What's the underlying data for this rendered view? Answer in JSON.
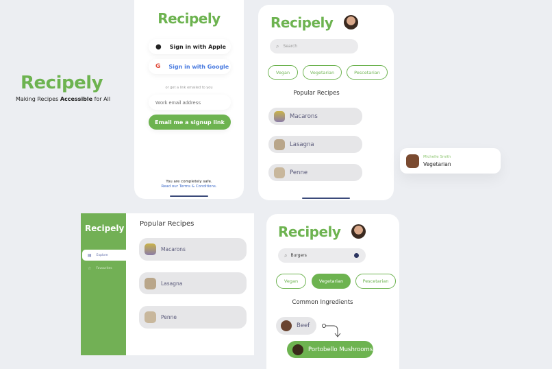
{
  "brand": {
    "name": "Recipely",
    "tagline_pre": "Making Recipes ",
    "tagline_bold": "Accessible",
    "tagline_post": " for All"
  },
  "colors": {
    "accent": "#6db350",
    "background": "#eceef2"
  },
  "signup": {
    "title": "Recipely",
    "apple": "Sign in with Apple",
    "google": "Sign in with Google",
    "or_text": "or get a link emailed to you",
    "email_placeholder": "Work email address",
    "submit": "Email me a signup link",
    "safe_text": "You are completely safe.",
    "terms": "Read our Terms & Conditions."
  },
  "mobile_home": {
    "title": "Recipely",
    "search_placeholder": "Search",
    "chips": [
      "Vegan",
      "Vegetarian",
      "Pescetarian"
    ],
    "section": "Popular Recipes",
    "recipes": [
      "Macarons",
      "Lasagna",
      "Penne"
    ]
  },
  "notification": {
    "name": "Michelle Smith",
    "text": "Vegetarian"
  },
  "tablet": {
    "title": "Recipely",
    "nav": [
      "Explore",
      "Favourites"
    ],
    "section": "Popular Recipes",
    "recipes": [
      "Macarons",
      "Lasagna",
      "Penne"
    ]
  },
  "mobile_search": {
    "title": "Recipely",
    "search_value": "Burgers",
    "chips": [
      "Vegan",
      "Vegetarian",
      "Pescetarian"
    ],
    "selected_chip": "Vegetarian",
    "section": "Common Ingredients",
    "ingredient": "Beef",
    "substitute": "Portobello Mushrooms"
  }
}
